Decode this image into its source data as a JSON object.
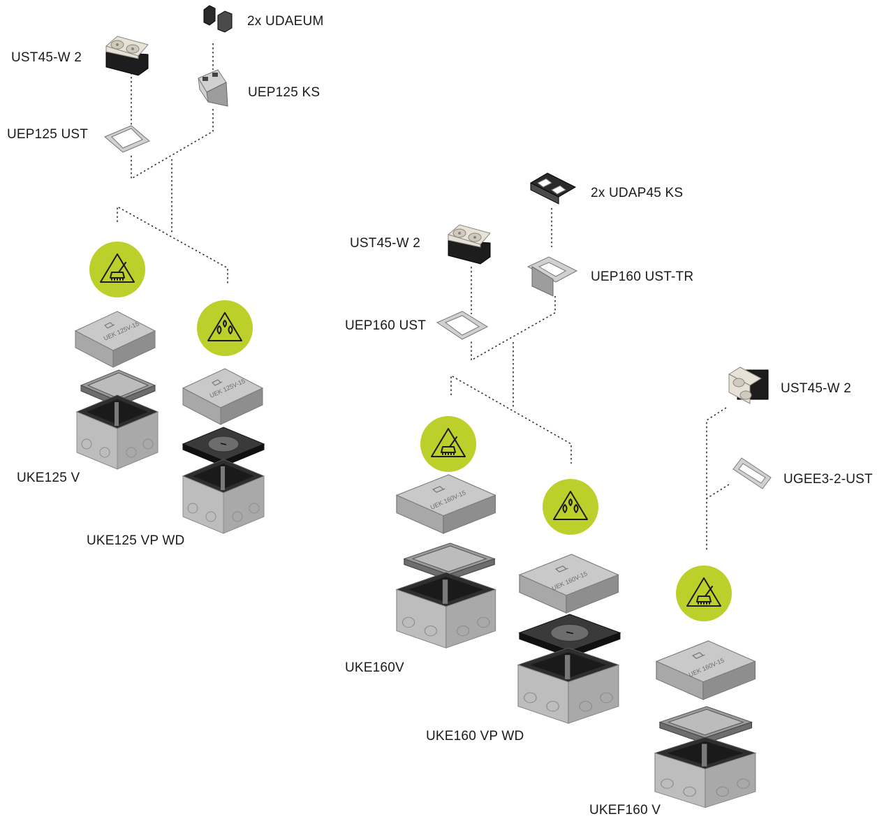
{
  "labels": {
    "ust45_w2_a": "UST45-W 2",
    "udaeum": "2x UDAEUM",
    "uep125_ks": "UEP125 KS",
    "uep125_ust": "UEP125 UST",
    "uke125_v": "UKE125 V",
    "uke125_vp_wd": "UKE125 VP WD",
    "udap45_ks": "2x UDAP45 KS",
    "ust45_w2_b": "UST45-W 2",
    "uep160_ust_tr": "UEP160 UST-TR",
    "uep160_ust": "UEP160 UST",
    "ust45_w2_c": "UST45-W 2",
    "ugee3_2_ust": "UGEE3-2-UST",
    "uke160v": "UKE160V",
    "uke160_vp_wd": "UKE160 VP WD",
    "ukef160_v": "UKEF160 V"
  },
  "lid_texts": {
    "uke125": "UEK 125V-15",
    "uke160": "UEK 160V-15"
  },
  "badges": [
    {
      "id": "badge-1",
      "icon": "sweep-warning-icon"
    },
    {
      "id": "badge-2",
      "icon": "water-drops-warning-icon"
    },
    {
      "id": "badge-3",
      "icon": "sweep-warning-icon"
    },
    {
      "id": "badge-4",
      "icon": "water-drops-warning-icon"
    },
    {
      "id": "badge-5",
      "icon": "sweep-warning-icon"
    }
  ],
  "colors": {
    "badge": "#bccf2a",
    "text": "#1a1a1a",
    "connector": "#333333"
  }
}
